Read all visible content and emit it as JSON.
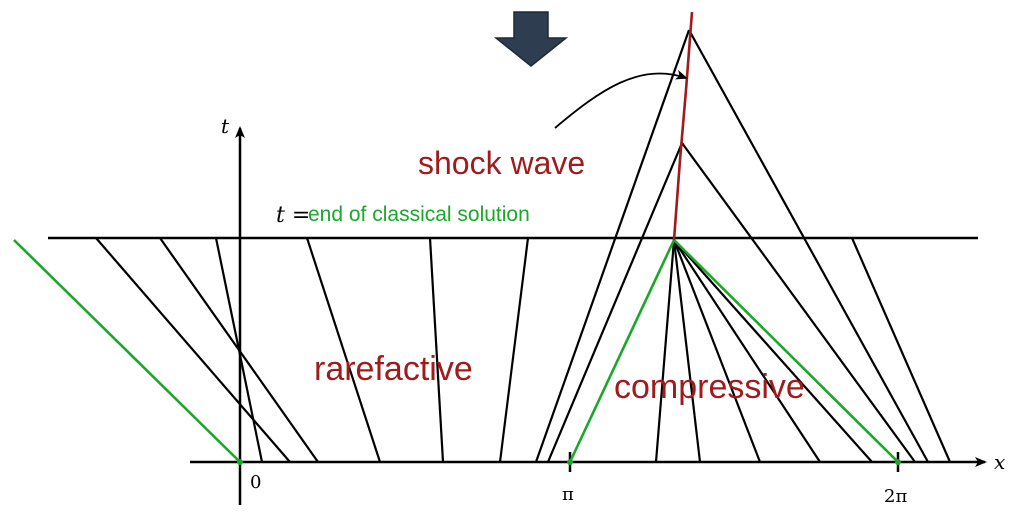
{
  "axes": {
    "x_label": "x",
    "t_label": "t",
    "ticks": [
      "0",
      "π",
      "2π"
    ]
  },
  "annotations": {
    "end_line_prefix_var": "t",
    "end_line_prefix_eq": " = ",
    "end_line_text": "end of classical solution",
    "shock_label": "shock wave",
    "rarefactive_label": "rarefactive",
    "compressive_label": "compressive"
  },
  "icons": {
    "down_arrow": "down-arrow-icon"
  },
  "colors": {
    "characteristic": "#000000",
    "green": "#1aa82a",
    "shock": "#a01c1c",
    "arrow": "#2f3d50"
  }
}
